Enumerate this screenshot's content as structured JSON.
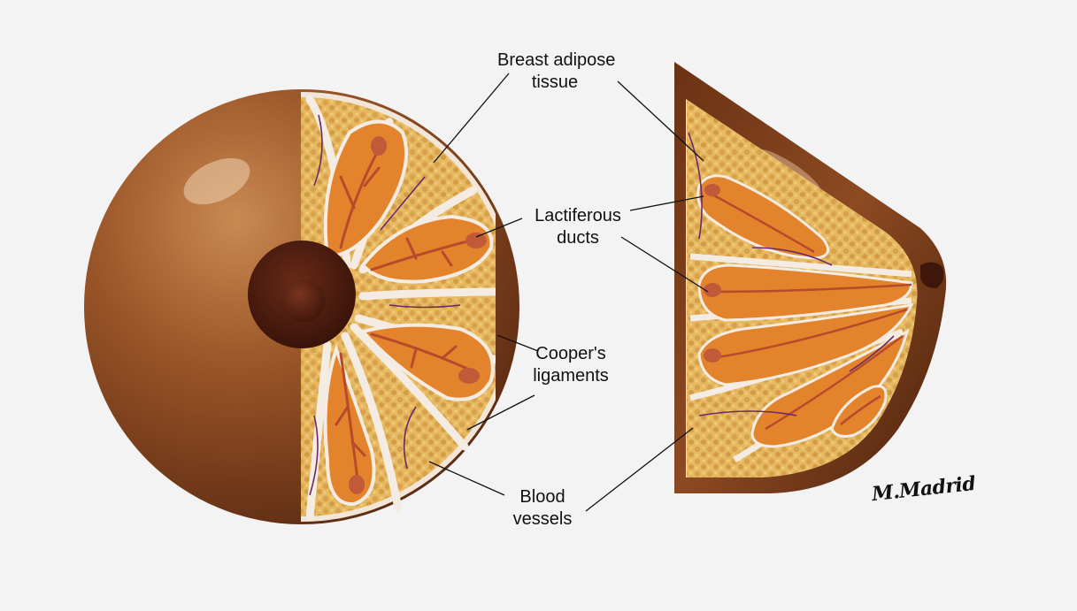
{
  "labels": {
    "adipose": [
      "Breast adipose",
      "tissue"
    ],
    "ducts": [
      "Lactiferous",
      "ducts"
    ],
    "cooper": [
      "Cooper's",
      "ligaments"
    ],
    "vessels": [
      "Blood",
      "vessels"
    ]
  },
  "signature": "M.Madrid",
  "colors": {
    "background": "#f3f3f3",
    "skin": "#8a4a22",
    "skin_light": "#b8703a",
    "skin_dark": "#5a2a12",
    "areola": "#4a1e10",
    "fat": "#e2b45a",
    "fat_dot": "#c8953a",
    "lobule": "#e3832c",
    "lobule_inner": "#f0a040",
    "duct": "#b0402a",
    "ligament": "#f4ebe0",
    "vessel": "#6a2a6a",
    "pointer_line": "#111111"
  }
}
